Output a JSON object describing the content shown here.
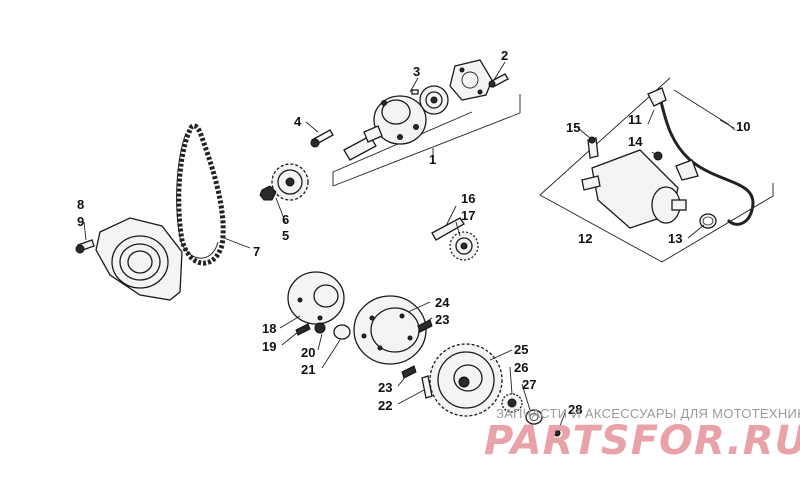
{
  "labels": {
    "l1": "1",
    "l2": "2",
    "l3": "3",
    "l4": "4",
    "l5": "5",
    "l6": "6",
    "l7": "7",
    "l8": "8",
    "l9": "9",
    "l10": "10",
    "l11": "11",
    "l12": "12",
    "l13": "13",
    "l14": "14",
    "l15": "15",
    "l16": "16",
    "l17": "17",
    "l18": "18",
    "l19": "19",
    "l20": "20",
    "l21": "21",
    "l22": "22",
    "l23a": "23",
    "l23b": "23",
    "l24": "24",
    "l25": "25",
    "l26": "26",
    "l27": "27",
    "l28": "28"
  },
  "watermark": {
    "tagline": "ЗАПЧАСТИ И АКСЕССУАРЫ ДЛЯ МОТОТЕХНИКИ",
    "brand": "PARTSFOR.RU"
  },
  "colors": {
    "ink": "#1a1a1a",
    "watermark": "#e8a2a8"
  }
}
